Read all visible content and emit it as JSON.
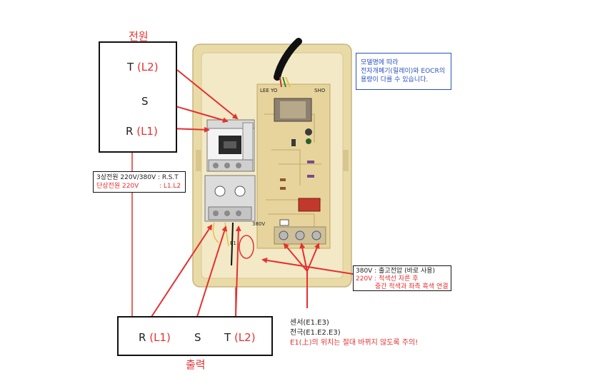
{
  "power_box": {
    "title": "전원",
    "t_letter": "T",
    "t_phase": "(L2)",
    "s_letter": "S",
    "r_letter": "R",
    "r_phase": "(L1)"
  },
  "output_box": {
    "title": "출력",
    "r_letter": "R",
    "r_phase": "(L1)",
    "s_letter": "S",
    "t_letter": "T",
    "t_phase": "(L2)"
  },
  "supply_note": {
    "line1": "3상전원 220V/380V : R.S.T",
    "line2": "단상전원 220V          : L1.L2"
  },
  "model_note": {
    "line1": "모델명에 따라",
    "line2": "전자개폐기(릴레이)와 EOCR의",
    "line3": "용량이 다를 수 있습니다."
  },
  "voltage_note": {
    "line1": "380V : 출고전압 (바로 사용)",
    "line2a": "220V : ",
    "line2b": "적색선 자른 후",
    "line3": "중간 적색과 좌측 흑색 연결"
  },
  "sensor_note": {
    "line1": "센서(E1.E3)",
    "line2": "전극(E1.E2.E3)",
    "line3": "E1(上)의 위치는 절대 바뀌지 않도록 주의!"
  },
  "panel": {
    "brand": "LEE YO",
    "sub": "SHO",
    "v380": "380V",
    "e_label": "E1"
  },
  "colors": {
    "accent_red": "#e53030",
    "note_blue": "#2a52be",
    "enclosure": "#f2e6b8",
    "pcb": "#e8d9a4"
  }
}
